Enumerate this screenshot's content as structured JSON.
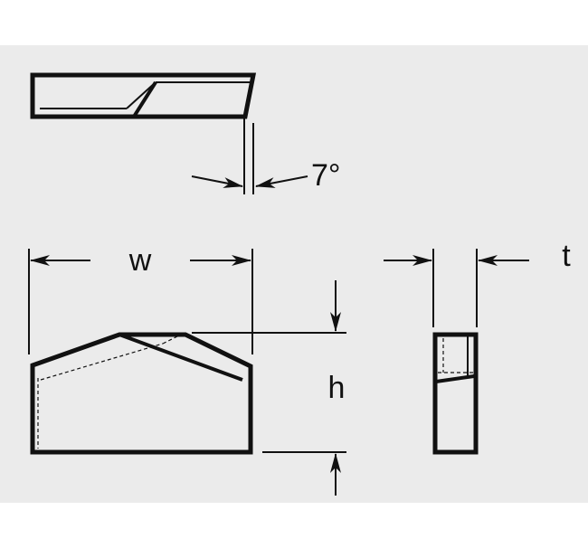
{
  "colors": {
    "background": "#ffffff",
    "panel": "#ebebeb",
    "stroke": "#111111"
  },
  "labels": {
    "angle": "7°",
    "width": "w",
    "height": "h",
    "thickness": "t"
  }
}
